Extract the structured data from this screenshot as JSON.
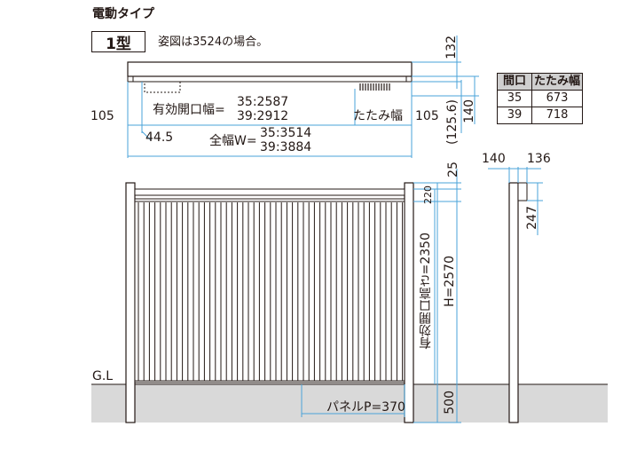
{
  "title": "電動タイプ",
  "type_label": "1型",
  "note": "姿図は3524の場合。",
  "plan": {
    "dim_105_left": "105",
    "dim_105_right": "105",
    "dim_44_5": "44.5",
    "opening_width_label": "有効開口幅=",
    "opening_width_35": "35:2587",
    "opening_width_39": "39:2912",
    "folding_label": "たたみ幅",
    "total_width_label": "全幅W=",
    "total_width_35": "35:3514",
    "total_width_39": "39:3884",
    "dim_132": "132",
    "dim_140": "140",
    "dim_125_6": "(125.6)"
  },
  "spec_table": {
    "headers": [
      "間口",
      "たたみ幅"
    ],
    "rows": [
      [
        "35",
        "673"
      ],
      [
        "39",
        "718"
      ]
    ]
  },
  "elevation": {
    "dim_25": "25",
    "dim_220": "220",
    "opening_height": "有効開口高さ=2350",
    "height": "H=2570",
    "dim_500": "500",
    "gl_label": "G.L",
    "panel_pitch": "パネルP=370"
  },
  "side": {
    "dim_140": "140",
    "dim_136": "136",
    "dim_247": "247"
  }
}
